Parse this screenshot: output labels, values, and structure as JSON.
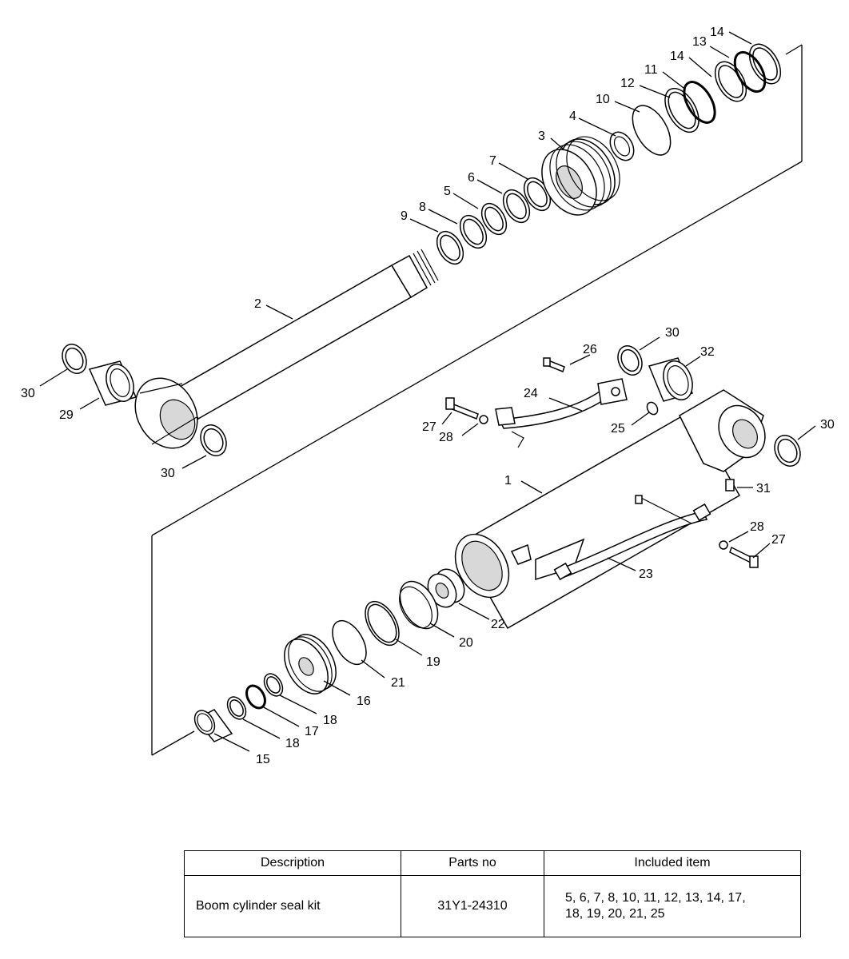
{
  "callouts": [
    {
      "id": "c14a",
      "label": "14"
    },
    {
      "id": "c13",
      "label": "13"
    },
    {
      "id": "c14b",
      "label": "14"
    },
    {
      "id": "c11",
      "label": "11"
    },
    {
      "id": "c12",
      "label": "12"
    },
    {
      "id": "c10",
      "label": "10"
    },
    {
      "id": "c4",
      "label": "4"
    },
    {
      "id": "c3",
      "label": "3"
    },
    {
      "id": "c7",
      "label": "7"
    },
    {
      "id": "c6",
      "label": "6"
    },
    {
      "id": "c5",
      "label": "5"
    },
    {
      "id": "c8",
      "label": "8"
    },
    {
      "id": "c9",
      "label": "9"
    },
    {
      "id": "c2",
      "label": "2"
    },
    {
      "id": "c30a",
      "label": "30"
    },
    {
      "id": "c29",
      "label": "29"
    },
    {
      "id": "c30b",
      "label": "30"
    },
    {
      "id": "c30c",
      "label": "30"
    },
    {
      "id": "c26",
      "label": "26"
    },
    {
      "id": "c32",
      "label": "32"
    },
    {
      "id": "c24",
      "label": "24"
    },
    {
      "id": "c27a",
      "label": "27"
    },
    {
      "id": "c28a",
      "label": "28"
    },
    {
      "id": "c25",
      "label": "25"
    },
    {
      "id": "c30d",
      "label": "30"
    },
    {
      "id": "c1",
      "label": "1"
    },
    {
      "id": "c31",
      "label": "31"
    },
    {
      "id": "c28b",
      "label": "28"
    },
    {
      "id": "c27b",
      "label": "27"
    },
    {
      "id": "c23",
      "label": "23"
    },
    {
      "id": "c22",
      "label": "22"
    },
    {
      "id": "c20",
      "label": "20"
    },
    {
      "id": "c19",
      "label": "19"
    },
    {
      "id": "c21",
      "label": "21"
    },
    {
      "id": "c16",
      "label": "16"
    },
    {
      "id": "c18a",
      "label": "18"
    },
    {
      "id": "c17",
      "label": "17"
    },
    {
      "id": "c18b",
      "label": "18"
    },
    {
      "id": "c15",
      "label": "15"
    }
  ],
  "table": {
    "headers": {
      "description": "Description",
      "parts_no": "Parts no",
      "included_item": "Included item"
    },
    "rows": [
      {
        "description": "Boom cylinder seal kit",
        "parts_no": "31Y1-24310",
        "included_item_line1": "5, 6, 7, 8, 10, 11, 12, 13, 14, 17,",
        "included_item_line2": "18, 19, 20, 21, 25"
      }
    ]
  }
}
